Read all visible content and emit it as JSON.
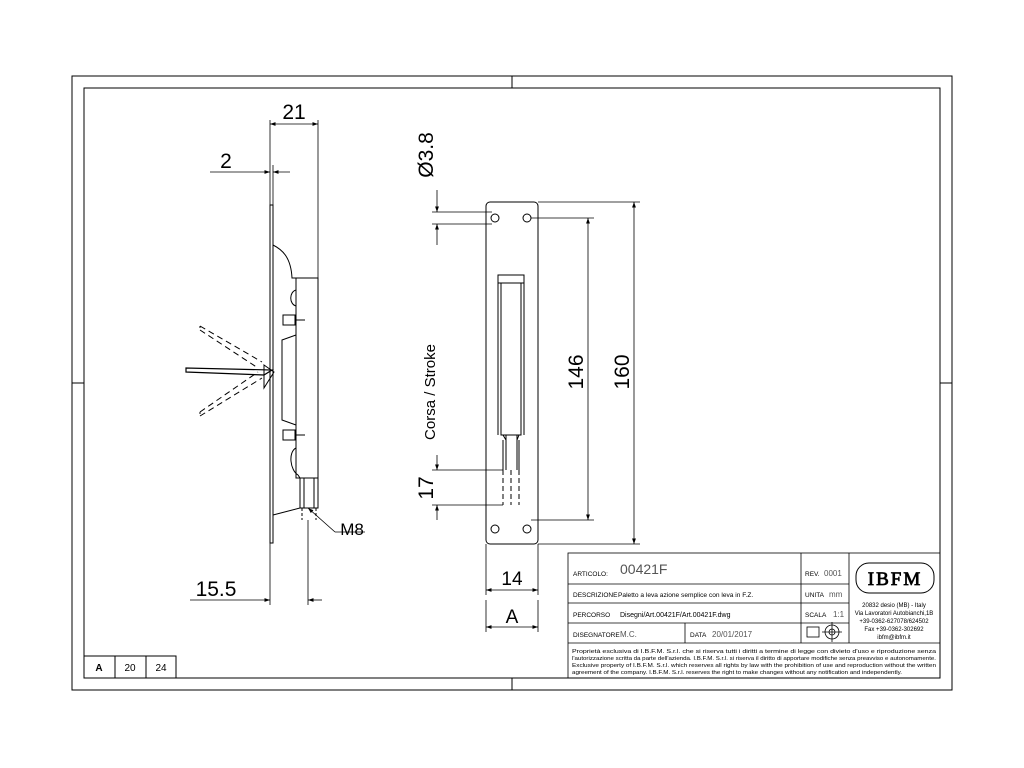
{
  "dimensions": {
    "width_21": "21",
    "thickness_2": "2",
    "offset_15_5": "15.5",
    "thread_m8": "M8",
    "hole_dia": "Ø3.8",
    "stroke_label": "Corsa / Stroke",
    "stroke_17": "17",
    "hole_spacing_146": "146",
    "length_160": "160",
    "width_14": "14",
    "section_a": "A"
  },
  "title_block": {
    "articolo_label": "ARTICOLO:",
    "articolo_value": "00421F",
    "rev_label": "REV.",
    "rev_value": "0001",
    "descrizione_label": "DESCRIZIONE",
    "descrizione_value": "Paletto a leva azione semplice con leva in F.Z.",
    "unita_label": "UNITA",
    "unita_value": "mm",
    "percorso_label": "PERCORSO",
    "percorso_value": "Disegni/Art.00421F/Art.00421F.dwg",
    "scala_label": "SCALA",
    "scala_value": "1:1",
    "disegnatore_label": "DISEGNATORE",
    "disegnatore_value": "M.C.",
    "data_label": "DATA",
    "data_value": "20/01/2017",
    "logo_text": "IBFM",
    "company_address": [
      "20832 desio (MB) - Italy",
      "Via Lavoratori Autobianchi,1B",
      "+39-0362-627078/624502",
      "Fax +39-0362-302692",
      "ibfm@ibfm.it"
    ],
    "legal_notice": [
      "Proprietà esclusiva di I.B.F.M. S.r.l. che si riserva tutti i diritti a termine di legge con divieto d'uso e riproduzione senza",
      "l'autorizzazione scritta da parte dell'azienda. I.B.F.M. S.r.l. si riserva il diritto di apportare modifiche senza preavviso e autonomamente.",
      "Exclusive property of I.B.F.M. S.r.l. which reserves all rights by law with the prohibition of use and reproduction without the written",
      "agreement of the company. I.B.F.M. S.r.l. reserves the right to make changes without any notification and independently."
    ]
  },
  "sheet_info": {
    "format": "A",
    "cell_20": "20",
    "cell_24": "24"
  }
}
